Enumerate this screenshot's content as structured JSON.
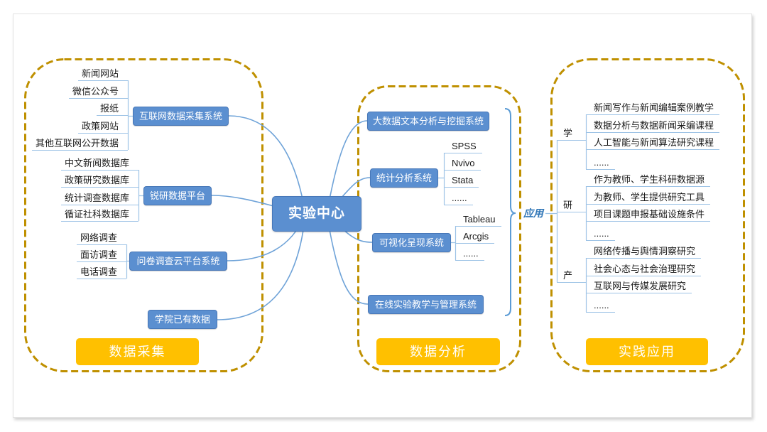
{
  "colors": {
    "node_blue": "#5B8FD0",
    "dashed_border": "#BF9000",
    "section_yellow": "#FFC000",
    "connector": "#6FA3D8",
    "leaf_underline": "#9DC3E6",
    "apply_label": "#2E75B6"
  },
  "center": {
    "label": "实验中心"
  },
  "collect": {
    "section_label": "数据采集",
    "nodes": [
      {
        "label": "互联网数据采集系统",
        "items": [
          "新闻网站",
          "微信公众号",
          "报纸",
          "政策网站",
          "其他互联网公开数据"
        ]
      },
      {
        "label": "锐研数据平台",
        "items": [
          "中文新闻数据库",
          "政策研究数据库",
          "统计调查数据库",
          "循证社科数据库"
        ]
      },
      {
        "label": "问卷调查云平台系统",
        "items": [
          "网络调查",
          "面访调查",
          "电话调查"
        ]
      },
      {
        "label": "学院已有数据"
      }
    ]
  },
  "analyze": {
    "section_label": "数据分析",
    "nodes": [
      {
        "label": "大数据文本分析与挖掘系统"
      },
      {
        "label": "统计分析系统",
        "items": [
          "SPSS",
          "Nvivo",
          "Stata",
          "......"
        ]
      },
      {
        "label": "可视化呈现系统",
        "items": [
          "Tableau",
          "Arcgis",
          "......"
        ]
      },
      {
        "label": "在线实验教学与管理系统"
      }
    ]
  },
  "practice": {
    "section_label": "实践应用",
    "connector_label": "应用",
    "categories": [
      {
        "label": "学",
        "items": [
          "新闻写作与新闻编辑案例教学",
          "数据分析与数据新闻采编课程",
          "人工智能与新闻算法研究课程",
          "......"
        ]
      },
      {
        "label": "研",
        "items": [
          "作为教师、学生科研数据源",
          "为教师、学生提供研究工具",
          "项目课题申报基础设施条件",
          "......"
        ]
      },
      {
        "label": "产",
        "items": [
          "网络传播与舆情洞察研究",
          "社会心态与社会治理研究",
          "互联网与传媒发展研究",
          "......"
        ]
      }
    ]
  }
}
